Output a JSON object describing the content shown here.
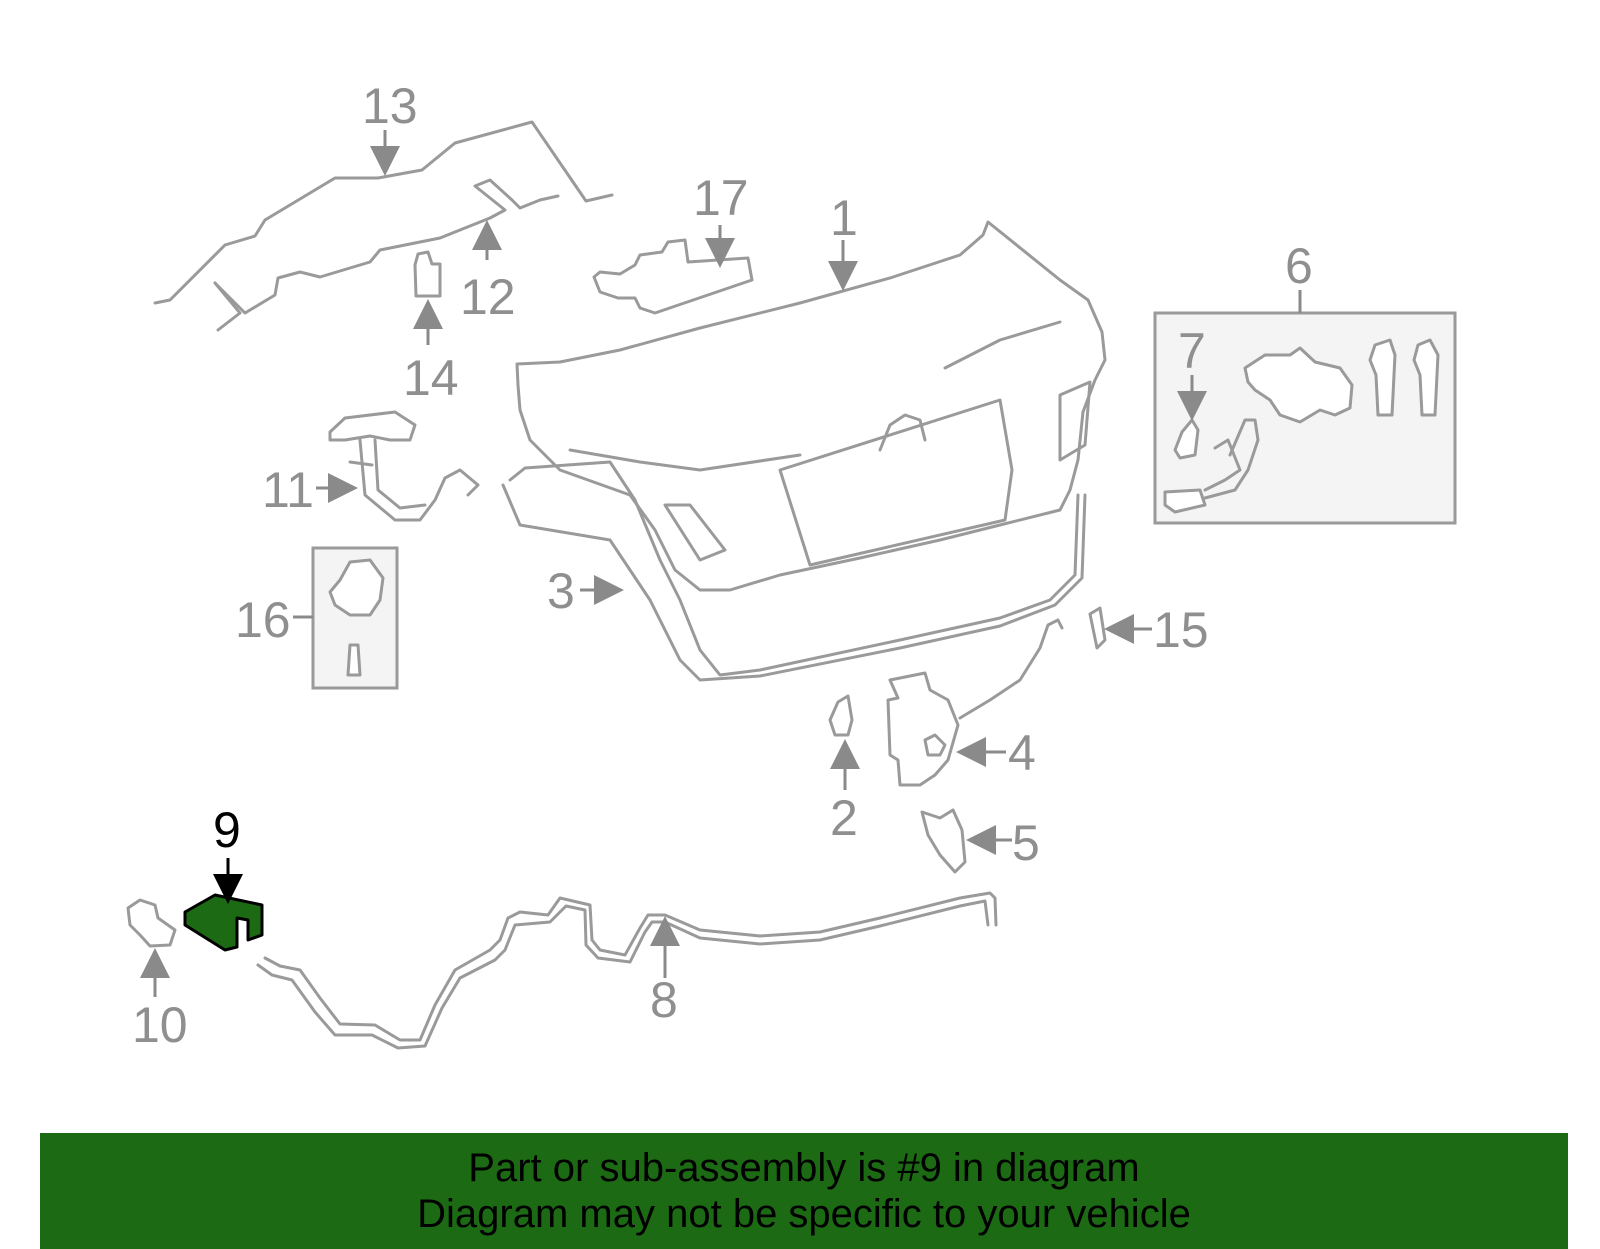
{
  "diagram": {
    "highlighted_part": "9",
    "highlight_color": "#1c6b14",
    "callouts": {
      "c1": "1",
      "c2": "2",
      "c3": "3",
      "c4": "4",
      "c5": "5",
      "c6": "6",
      "c7": "7",
      "c8": "8",
      "c9": "9",
      "c10": "10",
      "c11": "11",
      "c12": "12",
      "c13": "13",
      "c14": "14",
      "c15": "15",
      "c16": "16",
      "c17": "17"
    }
  },
  "banner": {
    "line1": "Part or sub-assembly is #9 in diagram",
    "line2": "Diagram may not be specific to your vehicle",
    "background": "#1c6b14"
  }
}
